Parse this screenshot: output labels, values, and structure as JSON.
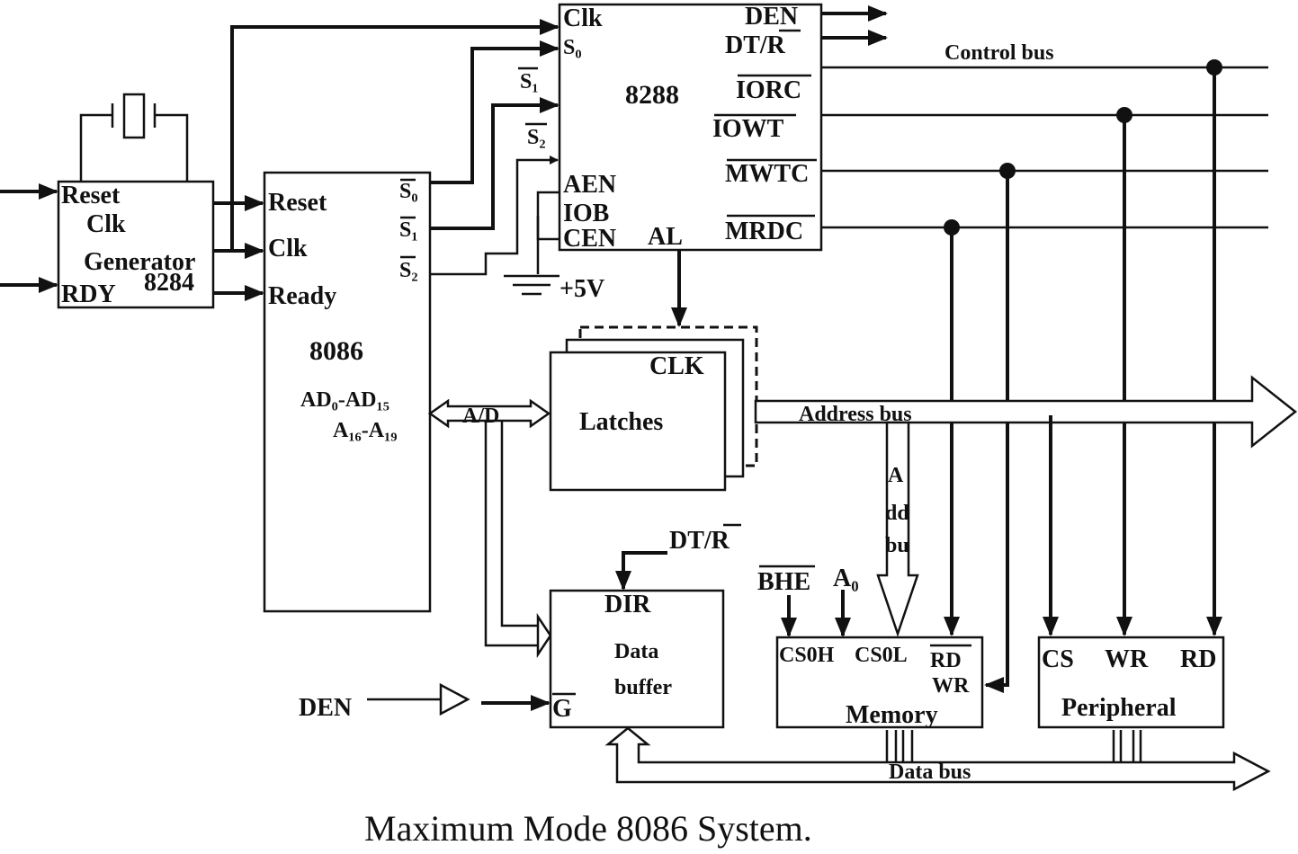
{
  "clock_generator": {
    "reset": "Reset",
    "clk": "Clk",
    "generator": "Generator",
    "part": "8284",
    "rdy": "RDY"
  },
  "cpu": {
    "reset": "Reset",
    "clk": "Clk",
    "ready": "Ready",
    "name": "8086",
    "s0": "S₀",
    "s1": "S₁",
    "s2": "S₂",
    "ad_line1": "AD₀-AD₁₅",
    "ad_line2": "A₁₆-A₁₉"
  },
  "bus_controller": {
    "clk": "Clk",
    "s0": "S₀",
    "s1": "S₁",
    "s2": "S₂",
    "name": "8288",
    "aen": "AEN",
    "iob": "IOB",
    "cen": "CEN",
    "al": "AL",
    "den": "DEN",
    "dtr": "DT/R",
    "iorc": "IORC",
    "iowt": "IOWT",
    "mwtc": "MWTC",
    "mrdc": "MRDC",
    "plus5v": "+5V"
  },
  "latches": {
    "name": "Latches",
    "clk": "CLK"
  },
  "ad_label": "A/D",
  "data_buffer": {
    "dir": "DIR",
    "line1": "Data",
    "line2": "buffer",
    "g": "G",
    "dtr": "DT/R",
    "den": "DEN"
  },
  "memory": {
    "name": "Memory",
    "cs0h": "CS0H",
    "cs0l": "CS0L",
    "rd": "RD",
    "wr": "WR",
    "bhe": "BHE",
    "a0": "A₀",
    "addbus": [
      "A",
      "dd",
      "bu"
    ]
  },
  "peripheral": {
    "name": "Peripheral",
    "cs": "CS",
    "wr": "WR",
    "rd": "RD"
  },
  "buses": {
    "control": "Control bus",
    "address": "Address bus",
    "data": "Data bus"
  },
  "caption": "Maximum Mode 8086 System."
}
